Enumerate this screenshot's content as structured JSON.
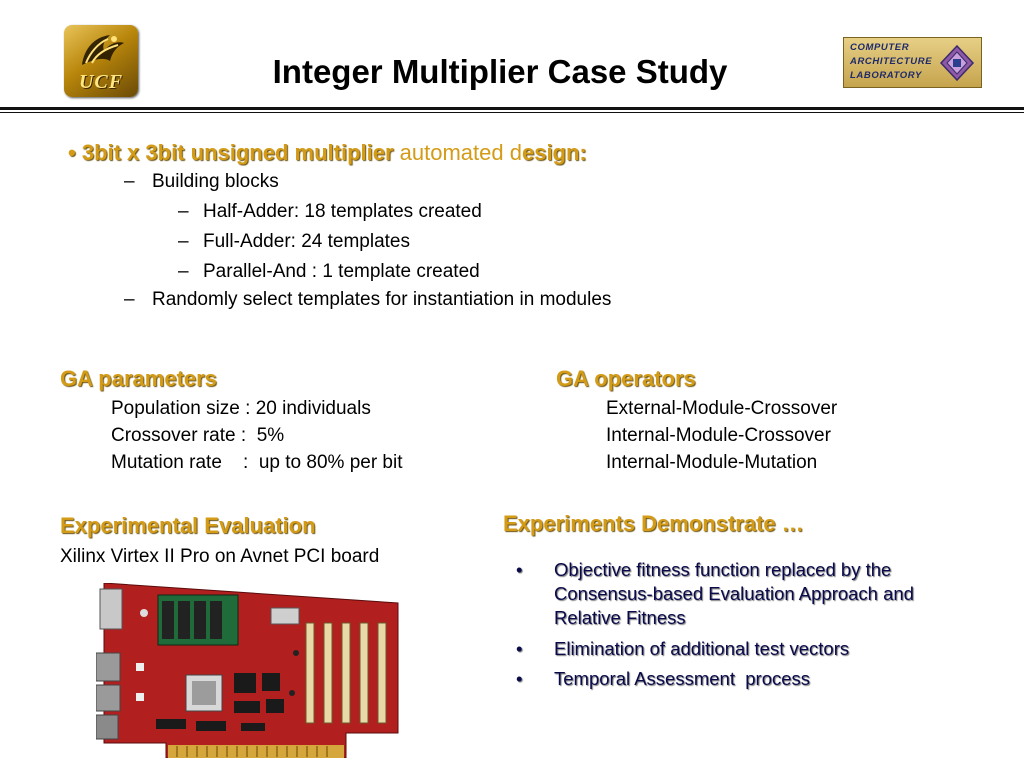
{
  "header": {
    "title": "Integer Multiplier Case Study",
    "left_logo": {
      "text": "UCF",
      "icon": "ucf-pegasus-logo-icon"
    },
    "right_logo": {
      "lines": [
        "COMPUTER",
        "ARCHITECTURE",
        "LABORATORY"
      ],
      "icon": "diamond-chip-icon"
    }
  },
  "main_bullet": {
    "marker": "•",
    "emphasis": "3bit x 3bit unsigned multiplier",
    "plain": " automated d",
    "emphasis_end": "esign:"
  },
  "sub_items": [
    {
      "marker": "–",
      "text": "Building blocks"
    },
    {
      "marker": "–",
      "text": "Half-Adder: 18 templates created"
    },
    {
      "marker": "–",
      "text": "Full-Adder: 24 templates"
    },
    {
      "marker": "–",
      "text": "Parallel-And : 1 template created"
    },
    {
      "marker": "–",
      "text": "Randomly select templates for instantiation in modules"
    }
  ],
  "ga_parameters": {
    "heading": "GA parameters",
    "lines": [
      "Population size : 20 individuals",
      "Crossover rate :  5%",
      "Mutation rate    :  up to 80% per bit"
    ]
  },
  "ga_operators": {
    "heading": "GA operators",
    "lines": [
      "External-Module-Crossover",
      "Internal-Module-Crossover",
      "Internal-Module-Mutation"
    ]
  },
  "experimental_evaluation": {
    "heading": "Experimental Evaluation",
    "line": "Xilinx Virtex II Pro on Avnet PCI board"
  },
  "experiments_demonstrate": {
    "heading": "Experiments Demonstrate …",
    "items": [
      {
        "marker": "•",
        "text": "Objective fitness function replaced by the Consensus-based Evaluation Approach and Relative Fitness"
      },
      {
        "marker": "•",
        "text": "Elimination of additional test vectors"
      },
      {
        "marker": "•",
        "text": "Temporal Assessment  process"
      }
    ]
  },
  "colors": {
    "gold": "#d49b16",
    "board_red": "#b21f1f",
    "navy": "#0a0a4a"
  },
  "board_image": {
    "icon": "pci-board-photo-icon"
  }
}
